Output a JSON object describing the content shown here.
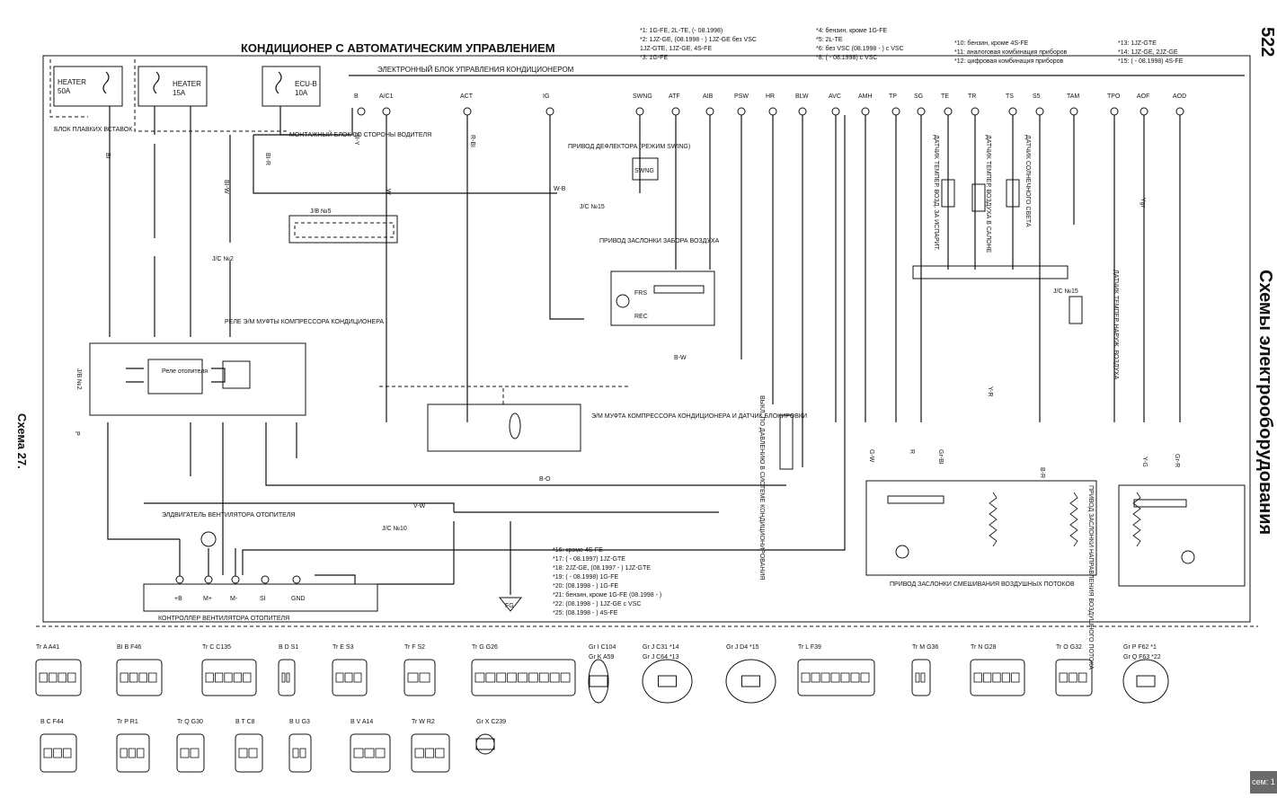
{
  "page_number": "522",
  "side_title": "Схемы электрооборудования",
  "scheme_label": "Схема 27.",
  "diagram_title": "КОНДИЦИОНЕР С АВТОМАТИЧЕСКИМ УПРАВЛЕНИЕМ",
  "footnotes_top": [
    "*1: 1G-FE, 2L-TE, (- 08.1998)",
    "*2: 1JZ-GE, (08.1998 - ) 1JZ-GE без VSC",
    "1JZ-GTE, 1JZ-GE, 4S-FE",
    "*3: 1G-FE",
    "*4: бензин, кроме 1G-FE",
    "*5: 2L-TE",
    "*6: без VSC (08.1998 - ) с VSC",
    "*8: ( - 08.1998) с VSC",
    "*10: бензин, кроме 4S-FE",
    "*11: аналоговая комбинация приборов",
    "*12: цифровая комбинация приборов",
    "*13: 1JZ-GTE",
    "*14: 1JZ-GE, 2JZ-GE",
    "*15: ( - 08.1998) 4S-FE"
  ],
  "footnotes_bottom": [
    "*16: кроме 4S-FE",
    "*17: ( - 08.1997) 1JZ-GTE",
    "*18: 2JZ-GE, (08.1997 - ) 1JZ-GTE",
    "*19: ( - 08.1998) 1G-FE",
    "*20: (08.1998 - ) 1G-FE",
    "*21: бензин, кроме 1G-FE (08.1998 - )",
    "*22: (08.1998 - ) 1JZ-GE с VSC",
    "*25: (08.1998 - ) 4S-FE"
  ],
  "labels": {
    "ecu": "ЭЛЕКТРОННЫЙ БЛОК УПРАВЛЕНИЯ КОНДИЦИОНЕРОМ",
    "fuse1": "HEATER",
    "fuse1_amp": "50A",
    "fuse2": "HEATER",
    "fuse2_amp": "15A",
    "fuse3": "ECU-B",
    "fuse3_amp": "10A",
    "fuse_block": "БЛОК ПЛАВКИХ ВСТАВОК",
    "driver_block": "МОНТАЖНЫЙ БЛОК СО СТОРОНЫ ВОДИТЕЛЯ",
    "jb5": "J/B №5",
    "jb2": "J/B №2",
    "relay_clutch": "РЕЛЕ Э/М МУФТЫ КОМПРЕССОРА КОНДИЦИОНЕРА",
    "relay_heater": "Реле отопителя",
    "deflector": "ПРИВОД ДЕФЛЕКТОРА (РЕЖИМ SWING)",
    "intake": "ПРИВОД ЗАСЛОНКИ ЗАБОРА ВОЗДУХА",
    "clutch": "Э/М МУФТА КОМПРЕССОРА КОНДИЦИОНЕРА И ДАТЧИК БЛОКИРОВКИ",
    "pressure_switch": "ВЫКЛ. ПО ДАВЛЕНИЮ В СИСТЕМЕ КОНДИЦИОНИРОВАНИЯ",
    "fan_motor": "ЭЛДВИГАТЕЛЬ ВЕНТИЛЯТОРА ОТОПИТЕЛЯ",
    "fan_controller": "КОНТРОЛЛЕР ВЕНТИЛЯТОРА ОТОПИТЕЛЯ",
    "mix_actuator": "ПРИВОД ЗАСЛОНКИ СМЕШИВАНИЯ ВОЗДУШНЫХ ПОТОКОВ",
    "airflow_actuator": "ПРИВОД ЗАСЛОНКИ НАПРАВЛЕНИЯ ВОЗДУШНОГО ПОТОКА",
    "evap_sensor": "ДАТЧИК ТЕМПЕР. ВОЗД. ЗА ИСПАРИТ.",
    "cabin_sensor": "ДАТЧИК ТЕМПЕР. ВОЗДУХА В САЛОНЕ",
    "sun_sensor": "ДАТЧИК СОЛНЕЧНОГО СВЕТА",
    "outside_sensor": "ДАТЧИК ТЕМПЕР. НАРУЖ. ВОЗДУХА",
    "jc2": "J/C №2",
    "jc10": "J/C №10",
    "jc15": "J/C №15",
    "frs": "FRS",
    "rec": "REC",
    "fg": "FG"
  },
  "ecu_pins": [
    "B",
    "A/C1",
    "ACT",
    "IG",
    "SWNG",
    "ATF",
    "AIB",
    "PSW",
    "HR",
    "BLW",
    "AVC",
    "AMH",
    "TP",
    "SG",
    "TE",
    "TR",
    "TS",
    "S5",
    "TAM",
    "TPO",
    "AOF",
    "AOD"
  ],
  "controller_pins": [
    "+B",
    "M+",
    "M-",
    "SI",
    "GND"
  ],
  "wire_colors": [
    "BI",
    "BI-Y",
    "BI-R",
    "BI-W",
    "W-B",
    "P",
    "W",
    "R-BI",
    "V-W",
    "B-W",
    "Y-R",
    "B-O",
    "G-W",
    "R",
    "Gr-BI",
    "Y-G",
    "Gr-R",
    "B-R",
    "Ygr"
  ],
  "connectors_row1": [
    "Tr A A41",
    "BI B F46",
    "Tr C C135",
    "B D S1",
    "Tr E S3",
    "Tr F S2",
    "Tr G G26",
    "Gr I C104",
    "Gr J C31 *14",
    "Gr J D4 *15",
    "Tr L F39",
    "Tr M G36",
    "Tr N G28",
    "Tr O G32",
    "Gr P F62 *1"
  ],
  "connectors_row1_extra": [
    "Gr K A59",
    "Gr J C64 *13",
    "Gr Q F63 *22"
  ],
  "connectors_row2": [
    "B C F44",
    "Tr P R1",
    "Tr Q G30",
    "B T C8",
    "B U G3",
    "B V A14",
    "Tr W R2",
    "Gr X C239"
  ],
  "badge": "сем: 1"
}
